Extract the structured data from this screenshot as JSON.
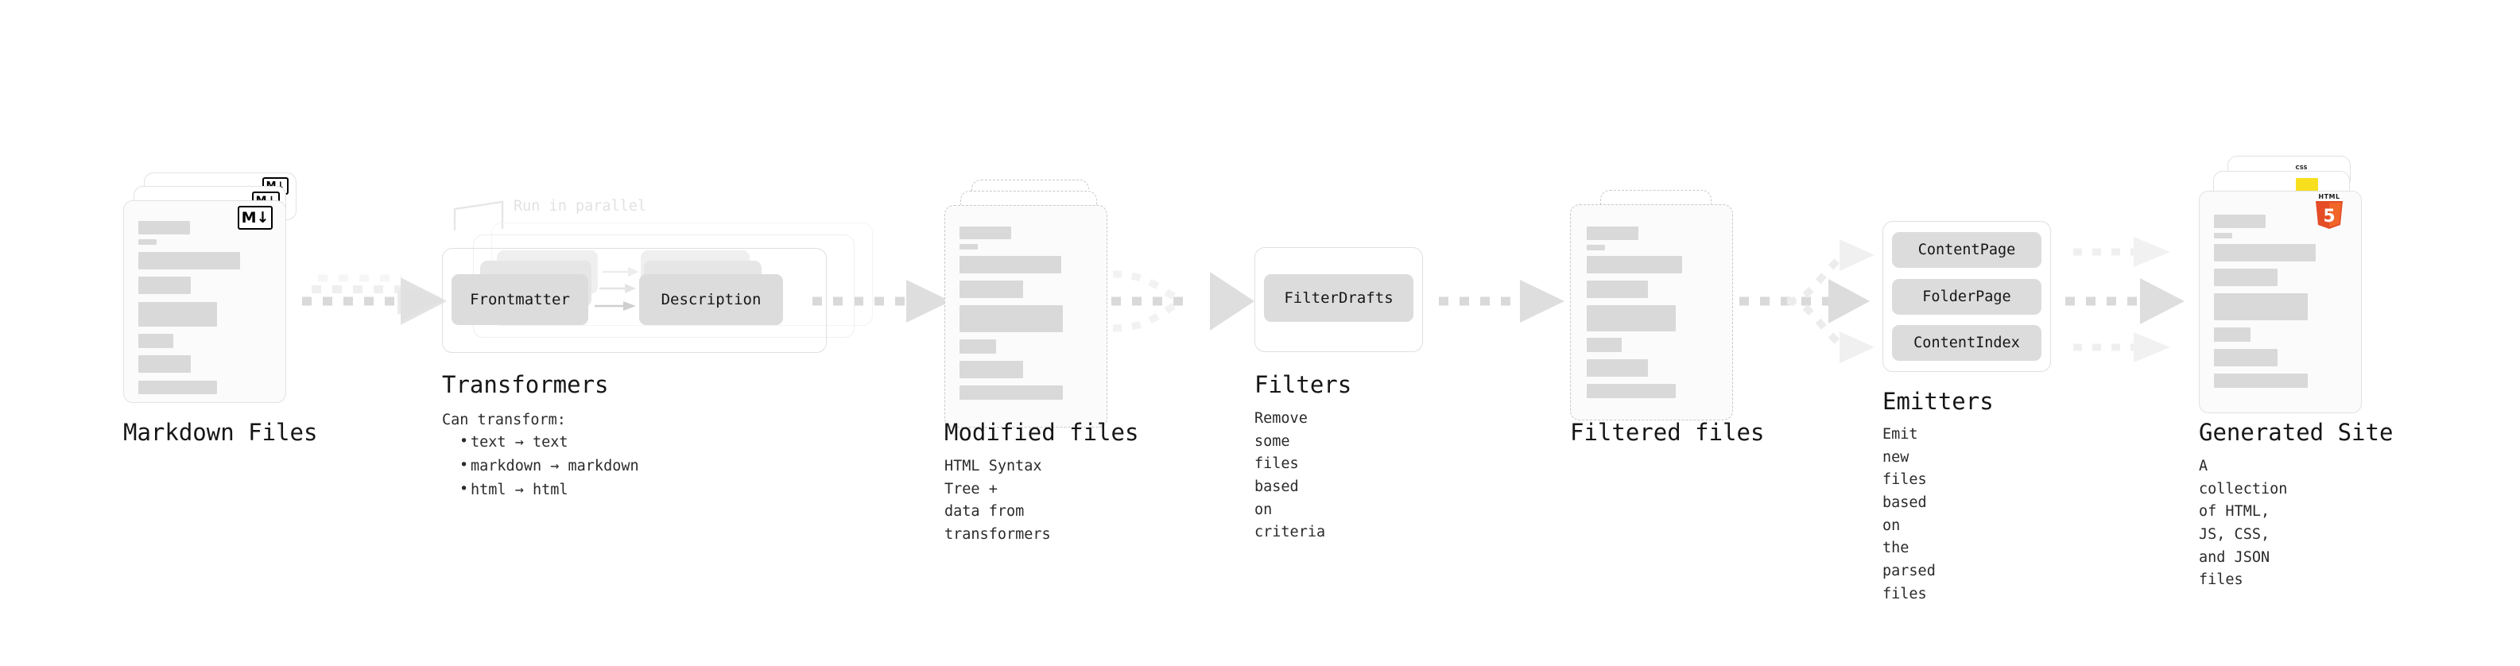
{
  "diagram": {
    "title_font": "monospace",
    "background": "#ffffff",
    "accent_gray": "#d9d9d9",
    "arrow_gray": "#d6d6d6",
    "stages": [
      {
        "id": "markdown-files",
        "title": "Markdown Files",
        "desc": "",
        "badge": "M↓",
        "badge_name": "markdown-badge-icon"
      },
      {
        "id": "transformers",
        "title": "Transformers",
        "desc_head": "Can transform:",
        "desc_items": [
          "text → text",
          "markdown → markdown",
          "html → html"
        ],
        "parallel_note": "Run in parallel",
        "chips": [
          "Frontmatter",
          "Description"
        ]
      },
      {
        "id": "modified-files",
        "title": "Modified files",
        "desc": "HTML Syntax Tree +\ndata from transformers"
      },
      {
        "id": "filters",
        "title": "Filters",
        "desc": "Remove some files based\non criteria",
        "chips": [
          "FilterDrafts"
        ]
      },
      {
        "id": "filtered-files",
        "title": "Filtered files",
        "desc": ""
      },
      {
        "id": "emitters",
        "title": "Emitters",
        "desc": "Emit new files based on\nthe parsed files",
        "chips": [
          "ContentPage",
          "FolderPage",
          "ContentIndex"
        ]
      },
      {
        "id": "generated-site",
        "title": "Generated Site",
        "desc": "A collection of HTML,\nJS, CSS, and JSON files",
        "badges": [
          "html5-shield-icon",
          "js-badge-icon",
          "css-badge-icon"
        ],
        "badge_labels": {
          "html": "HTML",
          "html_digit": "5",
          "css": "CSS"
        }
      }
    ]
  }
}
